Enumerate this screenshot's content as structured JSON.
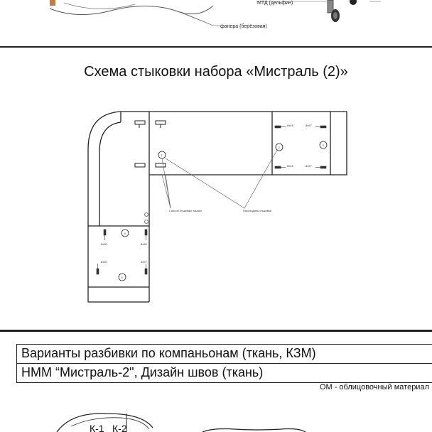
{
  "top_fragment": {
    "mtd_label": "МТД (дельфин)",
    "plywood_label": "фанера (берёзовая)"
  },
  "heading": "Схема стыковки набора «Мистраль (2)»",
  "diagram": {
    "callouts": [
      "1",
      "2",
      "3",
      "4",
      "5"
    ],
    "leader_labels": [
      "Способ стыковки: мыльч",
      "Переходник стыковки"
    ],
    "part_tags": [
      "8х45",
      "8х97",
      "8х30",
      "4х97",
      "8х50"
    ]
  },
  "section": {
    "row1": "Варианты разбивки по компаньонам (ткань, КЗМ)",
    "row2": "НММ “Мистраль-2\", Дизайн швов (ткань)",
    "note": "ОМ - облицовочный материал",
    "fragment_labels": [
      "К-1",
      "К-2"
    ]
  }
}
